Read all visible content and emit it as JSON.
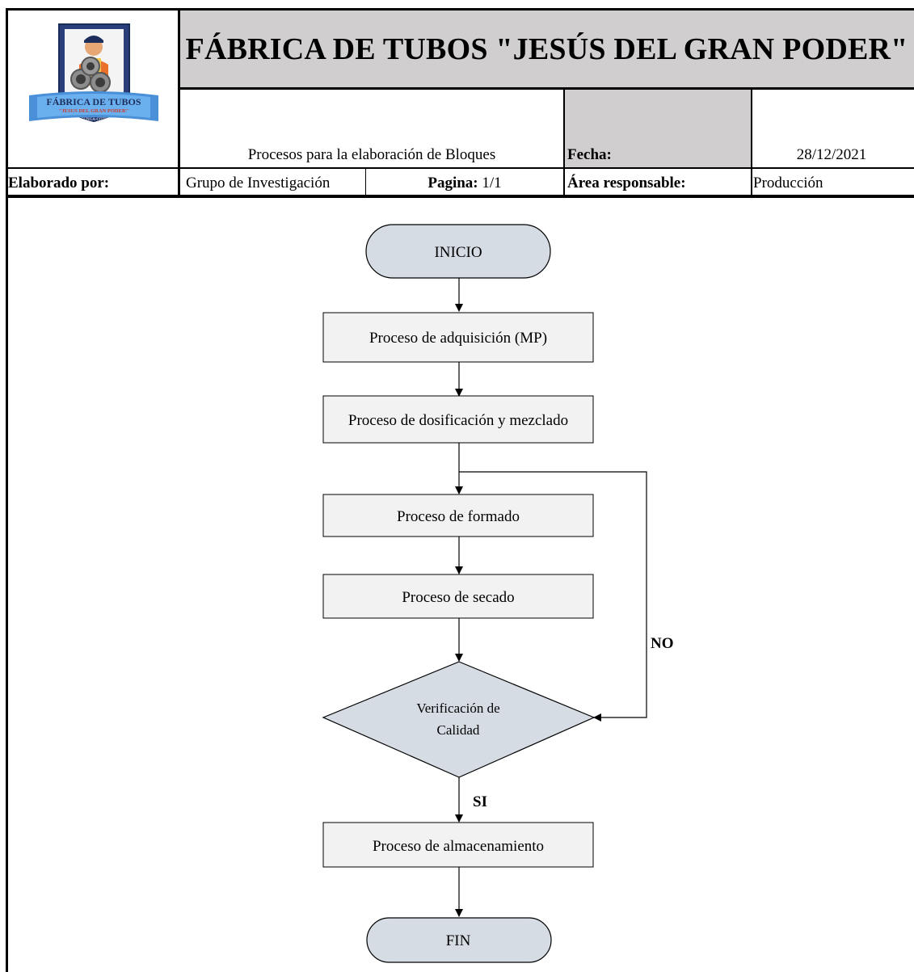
{
  "header": {
    "company_title": "FÁBRICA DE TUBOS \"JESÚS DEL GRAN PODER\"",
    "process_title": "Procesos para la elaboración de Bloques",
    "date_label": "Fecha:",
    "date_value": "28/12/2021",
    "prepared_by_label": "Elaborado por:",
    "prepared_by_value": "Grupo de Investigación",
    "page_label": "Pagina:",
    "page_value": "1/1",
    "area_label": "Área responsable:",
    "area_value": "Producción"
  },
  "logo": {
    "line1": "FÁBRICA DE TUBOS",
    "line2": "\"JESUS DEL GRAN PODER\"",
    "line3": "LATACUNGA-COTOPAXI"
  },
  "flowchart": {
    "start": "INICIO",
    "step_acquisition": "Proceso de adquisición  (MP)",
    "step_dosing": "Proceso de dosificación  y mezclado",
    "step_forming": "Proceso de formado",
    "step_drying": "Proceso de secado",
    "decision_line1": "Verificación de",
    "decision_line2": "Calidad",
    "label_no": "NO",
    "label_yes": "SI",
    "step_storage": "Proceso de almacenamiento",
    "end": "FIN"
  },
  "colors": {
    "header_gray": "#d0cece",
    "shape_fill": "#d6dce4",
    "box_fill": "#f2f2f2"
  }
}
